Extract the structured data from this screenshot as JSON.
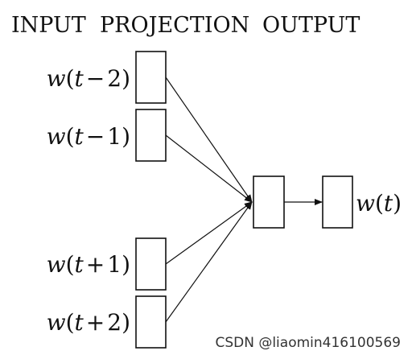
{
  "header": {
    "input": "INPUT",
    "projection": "PROJECTION",
    "output": "OUTPUT"
  },
  "inputs": [
    {
      "var": "w",
      "open": "(",
      "t": "t",
      "op": "−",
      "num": "2",
      "close": ")"
    },
    {
      "var": "w",
      "open": "(",
      "t": "t",
      "op": "−",
      "num": "1",
      "close": ")"
    },
    {
      "var": "w",
      "open": "(",
      "t": "t",
      "op": "+",
      "num": "1",
      "close": ")"
    },
    {
      "var": "w",
      "open": "(",
      "t": "t",
      "op": "+",
      "num": "2",
      "close": ")"
    }
  ],
  "output": {
    "var": "w",
    "open": "(",
    "t": "t",
    "close": ")"
  },
  "watermark": "CSDN @liaomin416100569",
  "colors": {
    "ink": "#111111",
    "background": "#ffffff",
    "watermark": "#333333"
  }
}
